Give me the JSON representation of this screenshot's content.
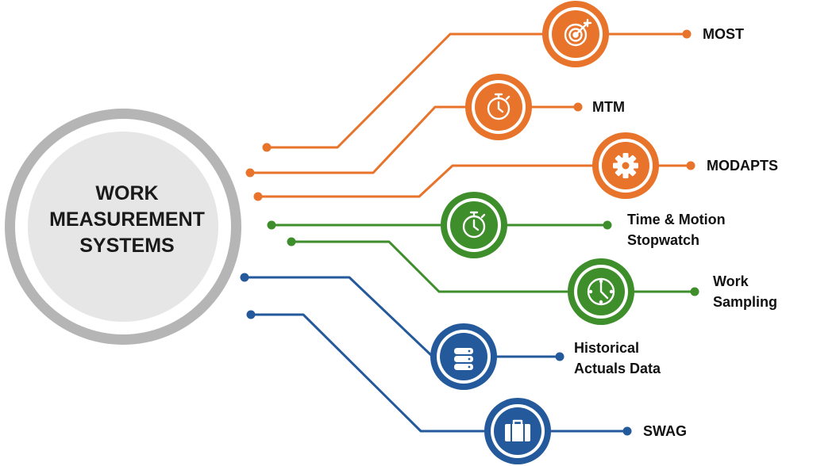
{
  "center": {
    "title_lines": [
      "WORK",
      "MEASUREMENT",
      "SYSTEMS"
    ]
  },
  "colors": {
    "orange": "#E8732A",
    "green": "#3E8E2B",
    "blue": "#24599C",
    "ring_outer": "#B5B5B5",
    "ring_inner": "#E6E6E6",
    "text": "#111111"
  },
  "methods": [
    {
      "id": "most",
      "lines": [
        "MOST"
      ],
      "icon": "target-icon",
      "color": "orange"
    },
    {
      "id": "mtm",
      "lines": [
        "MTM"
      ],
      "icon": "stopwatch-icon",
      "color": "orange"
    },
    {
      "id": "modapts",
      "lines": [
        "MODAPTS"
      ],
      "icon": "gear-icon",
      "color": "orange"
    },
    {
      "id": "time-motion",
      "lines": [
        "Time & Motion",
        "Stopwatch"
      ],
      "icon": "stopwatch-icon",
      "color": "green"
    },
    {
      "id": "work-sampling",
      "lines": [
        "Work",
        "Sampling"
      ],
      "icon": "clock-icon",
      "color": "green"
    },
    {
      "id": "historical",
      "lines": [
        "Historical",
        "Actuals Data"
      ],
      "icon": "database-icon",
      "color": "blue"
    },
    {
      "id": "swag",
      "lines": [
        "SWAG"
      ],
      "icon": "briefcase-icon",
      "color": "blue"
    }
  ]
}
